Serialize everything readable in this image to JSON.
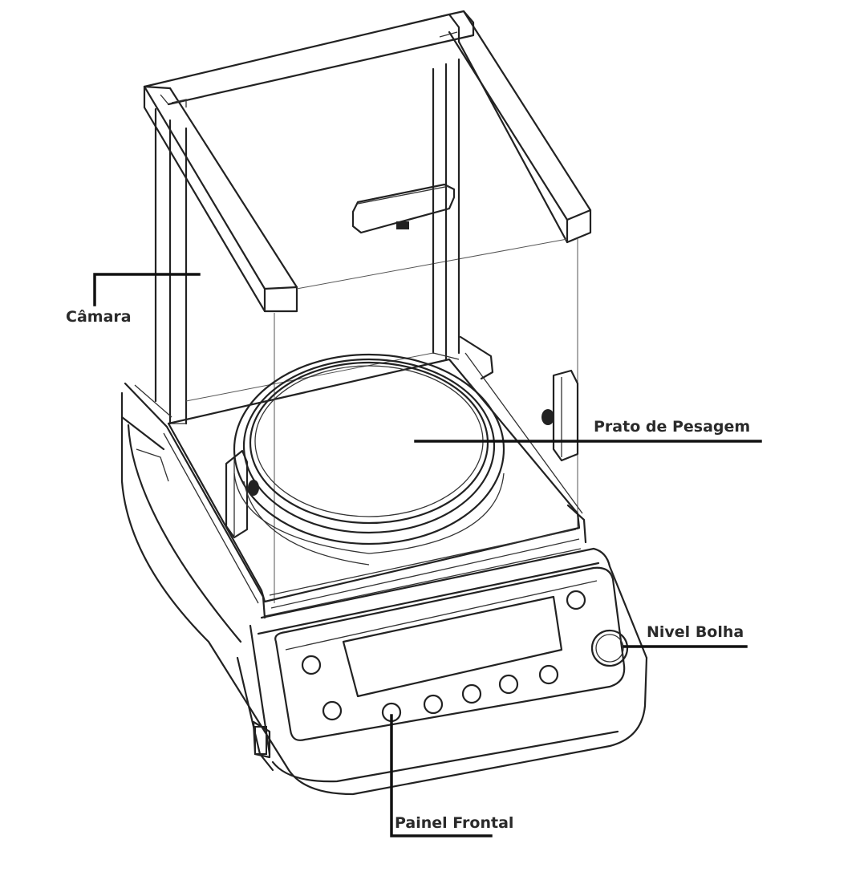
{
  "labels": {
    "camara": "Câmara",
    "prato": "Prato de Pesagem",
    "nivel": "Nivel Bolha",
    "painel": "Painel Frontal"
  },
  "colors": {
    "ink": "#222222",
    "background": "#ffffff"
  }
}
